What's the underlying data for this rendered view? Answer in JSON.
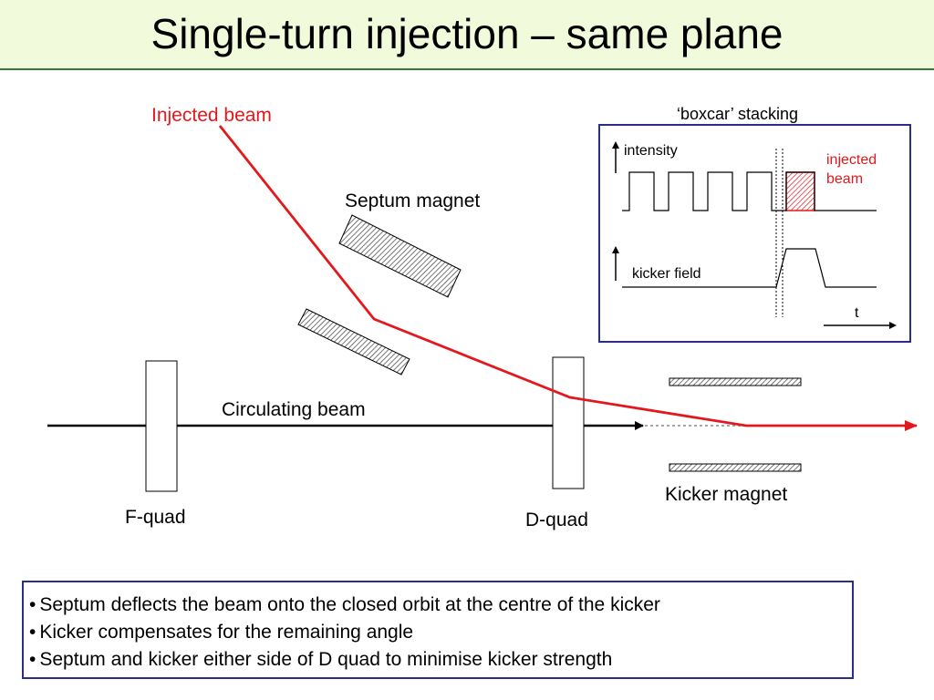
{
  "title": "Single-turn injection – same plane",
  "labels": {
    "injected_beam": "Injected beam",
    "septum_magnet": "Septum magnet",
    "circulating_beam": "Circulating beam",
    "f_quad": "F-quad",
    "d_quad": "D-quad",
    "kicker_magnet": "Kicker magnet"
  },
  "inset": {
    "title": "‘boxcar’ stacking",
    "intensity": "intensity",
    "injected_beam_line1": "injected",
    "injected_beam_line2": "beam",
    "kicker_field": "kicker field",
    "t": "t"
  },
  "notes": [
    "Septum deflects the beam onto the closed orbit at the centre of the kicker",
    "Kicker compensates for the remaining angle",
    "Septum and kicker either side of D quad to minimise kicker strength"
  ],
  "colors": {
    "injected_beam": "#e3181c",
    "title_background": "#f2fadc",
    "title_rule": "#2f7d36",
    "inset_border": "#2a2e8a"
  }
}
